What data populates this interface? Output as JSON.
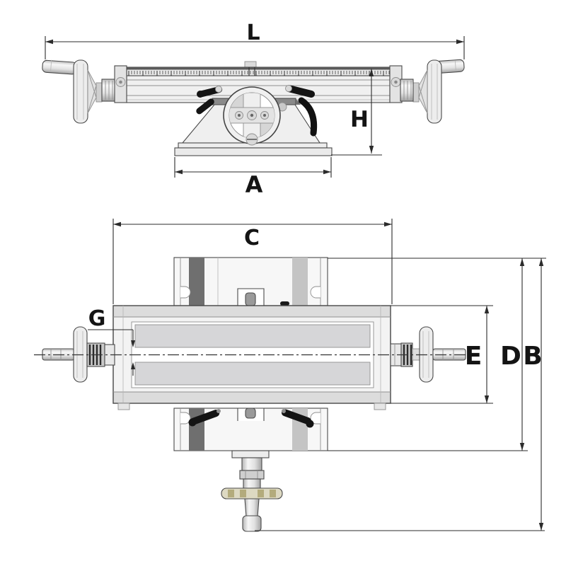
{
  "diagram": {
    "front_view": {
      "dim_L": "L",
      "dim_H": "H",
      "dim_A": "A"
    },
    "plan_view": {
      "dim_C": "C",
      "dim_G": "G",
      "dim_E": "E",
      "dim_D": "D",
      "dim_B": "B"
    }
  },
  "colors": {
    "background": "#ffffff",
    "dimension_line": "#2b2b2b",
    "label_text": "#141414",
    "metal_light": "#f2f2f2",
    "metal_mid": "#d9d9d9",
    "metal_dark": "#8f8f8f",
    "saddle_stripe_dark": "#6f6f6f",
    "saddle_stripe_light": "#c4c4c4",
    "lever_black": "#141414",
    "knurl_tan": "#b3ab7c"
  }
}
